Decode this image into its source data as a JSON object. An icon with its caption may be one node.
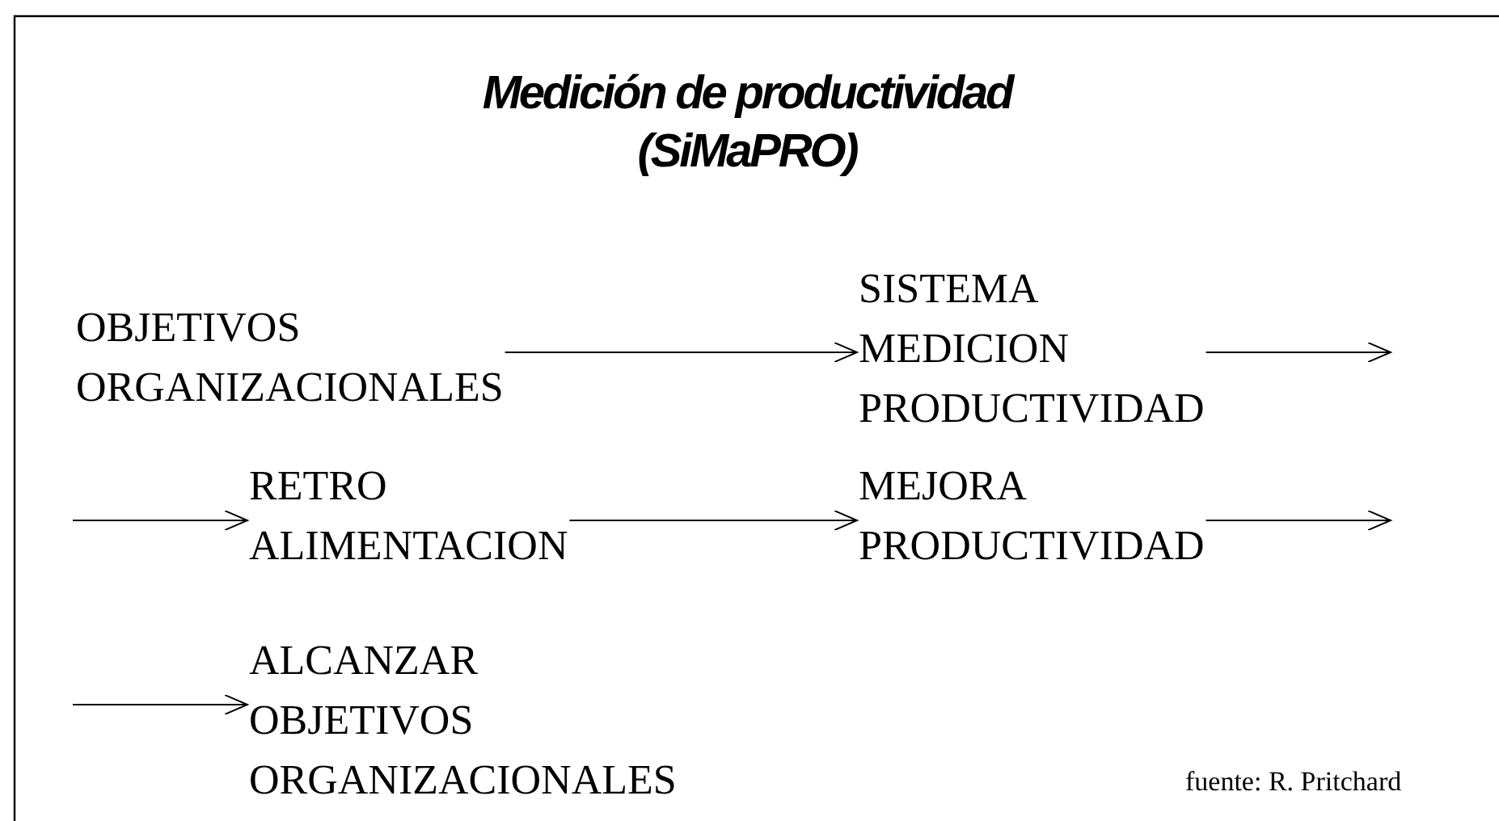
{
  "diagram": {
    "title": "Medición de productividad (SiMaPRO)",
    "nodes": [
      {
        "text": [
          "OBJETIVOS ORGANIZACIONALES"
        ]
      },
      {
        "text": [
          "SISTEMA MEDICION PRODUCTIVIDAD"
        ]
      },
      {
        "text": [
          "RETRO ALIMENTACION"
        ]
      },
      {
        "text": [
          "MEJORA PRODUCTIVIDAD"
        ]
      },
      {
        "text": [
          "ALCANZAR OBJETIVOS ORGANIZACIONALES"
        ]
      }
    ],
    "edges": [
      {
        "from": 0,
        "to": 1,
        "arrow": "to"
      },
      {
        "from": 1,
        "to": null,
        "arrow": "to"
      },
      {
        "from": null,
        "to": 2,
        "arrow": "to"
      },
      {
        "from": 2,
        "to": 3,
        "arrow": "to"
      },
      {
        "from": 3,
        "to": null,
        "arrow": "to"
      },
      {
        "from": null,
        "to": 4,
        "arrow": "to"
      }
    ],
    "labels": [
      "fuente: R. Pritchard"
    ]
  }
}
